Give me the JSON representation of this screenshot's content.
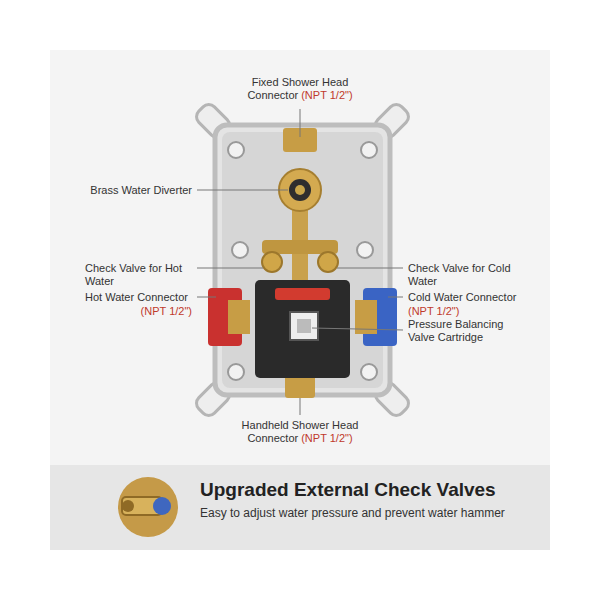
{
  "diagram": {
    "nodes": [
      {
        "text": [
          "Upgraded External Check Valves",
          "Easy to adjust water pressure and prevent water hammer"
        ]
      }
    ],
    "labels": [
      "Fixed Shower Head Connector",
      "(NPT 1/2\")",
      "Brass Water Diverter",
      "Check Valve for Hot Water",
      "Hot Water Connector",
      "(NPT 1/2\")",
      "Check Valve for Cold Water",
      "Cold Water Connector",
      "(NPT 1/2\")",
      "Pressure Balancing Valve Cartridge",
      "Handheld Shower Head Connector",
      "(NPT 1/2\")"
    ]
  }
}
